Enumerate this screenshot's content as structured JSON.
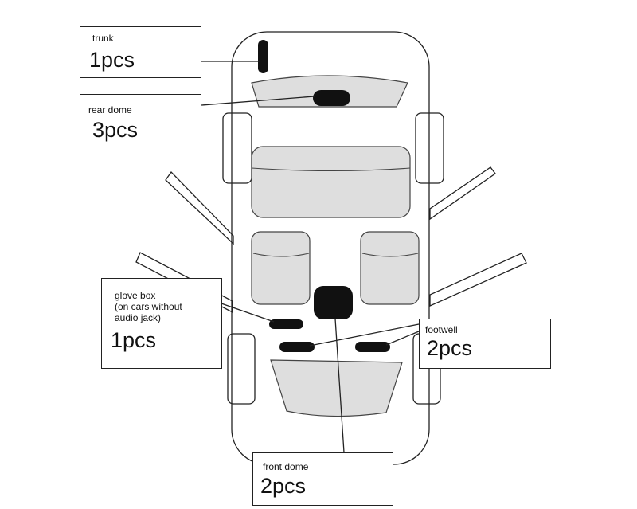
{
  "colors": {
    "outline": "#222222",
    "fill_gray": "#dedede",
    "light_black": "#111111",
    "background": "#ffffff"
  },
  "labels": {
    "trunk": {
      "name": "trunk",
      "qty": "1pcs"
    },
    "rear_dome": {
      "name": "rear dome",
      "qty": "3pcs"
    },
    "glove_box": {
      "name": "glove box\n(on cars without\naudio jack)",
      "qty": "1pcs"
    },
    "footwell": {
      "name": "footwell",
      "qty": "2pcs"
    },
    "front_dome": {
      "name": "front dome",
      "qty": "2pcs"
    }
  }
}
